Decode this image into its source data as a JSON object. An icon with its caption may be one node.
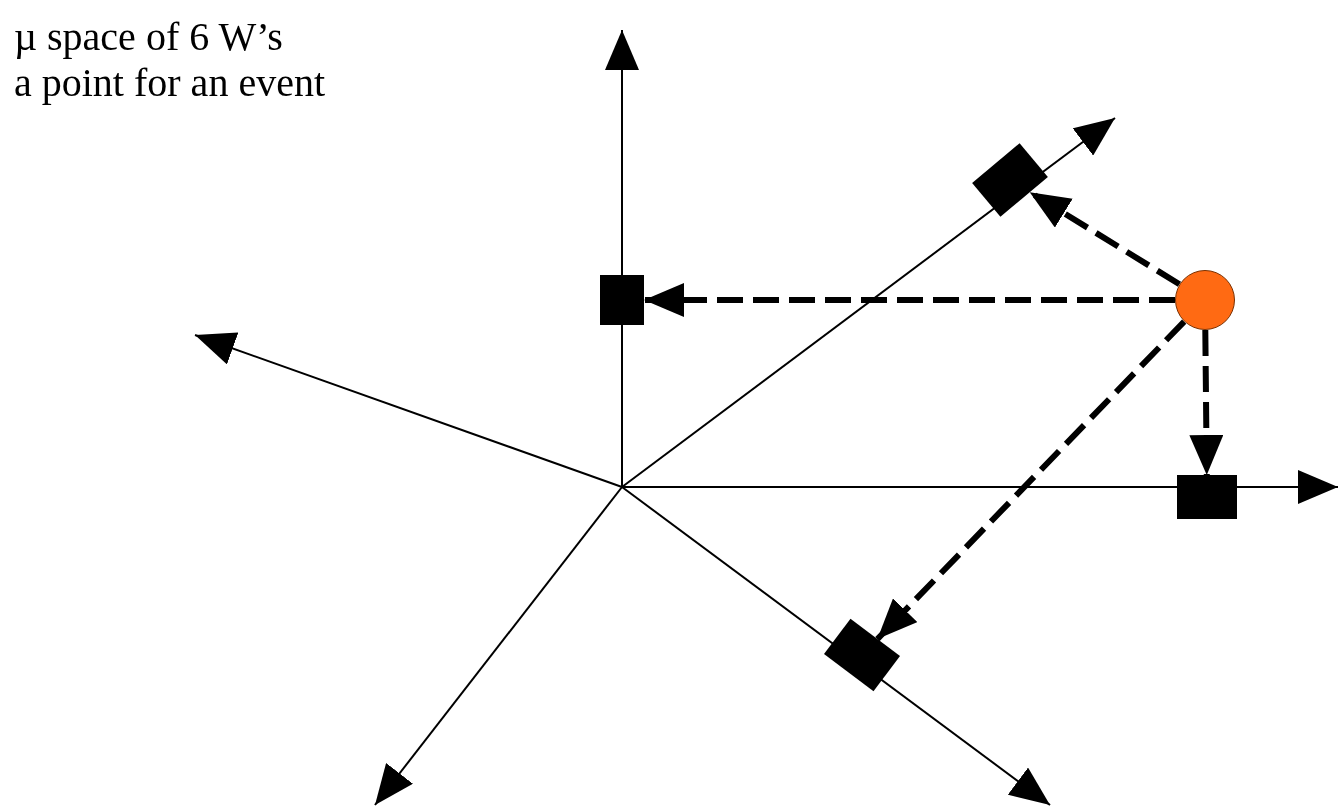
{
  "diagram": {
    "nodes": [
      {
        "text": [],
        "shape": "box"
      },
      {
        "text": [],
        "shape": "box"
      },
      {
        "text": [],
        "shape": "box"
      },
      {
        "text": [],
        "shape": "circle"
      },
      {
        "text": [],
        "shape": "box"
      }
    ],
    "edges": [
      {
        "from": 3,
        "to": 0,
        "arrow": "to",
        "style": "dashed"
      },
      {
        "from": 3,
        "to": 2,
        "arrow": "to",
        "style": "dashed"
      },
      {
        "from": 3,
        "to": 4,
        "arrow": "to",
        "style": "dashed"
      },
      {
        "from": 3,
        "to": 1,
        "arrow": "to",
        "style": "dashed"
      }
    ],
    "labels": [
      "µ space of 6 W’s",
      "a point for an event"
    ]
  }
}
